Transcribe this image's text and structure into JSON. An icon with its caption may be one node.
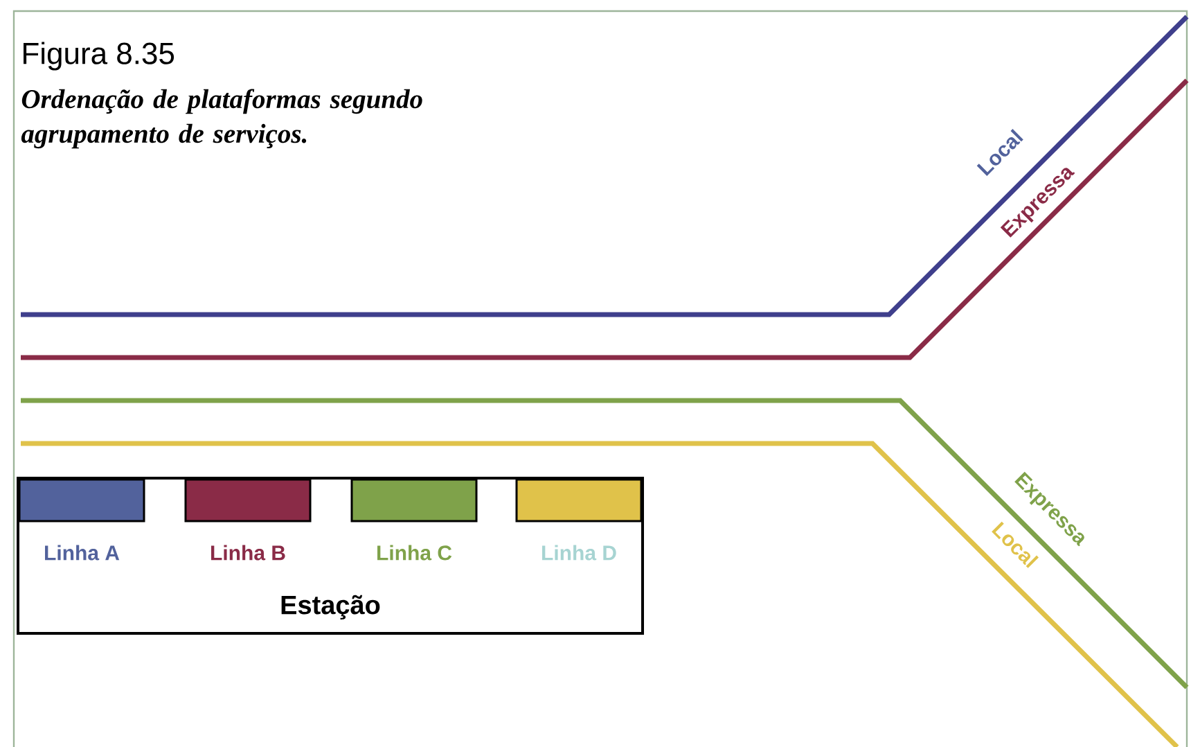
{
  "diagram": {
    "title": "Figura 8.35",
    "caption": "Ordenação de plataformas segundo agrupamento de serviços.",
    "nodes": [
      {
        "text": [
          "Estação"
        ]
      },
      {
        "text": [],
        "shape": "box",
        "in": 0,
        "beside": [
          "Linha A"
        ]
      },
      {
        "text": [],
        "shape": "box",
        "in": 0,
        "beside": [
          "Linha B"
        ]
      },
      {
        "text": [],
        "shape": "box",
        "in": 0,
        "beside": [
          "Linha C"
        ]
      },
      {
        "text": [],
        "shape": "box",
        "in": 0,
        "beside": [
          "Linha D"
        ]
      }
    ],
    "labels": [
      "Local",
      "Expressa",
      "Expressa",
      "Local"
    ]
  }
}
